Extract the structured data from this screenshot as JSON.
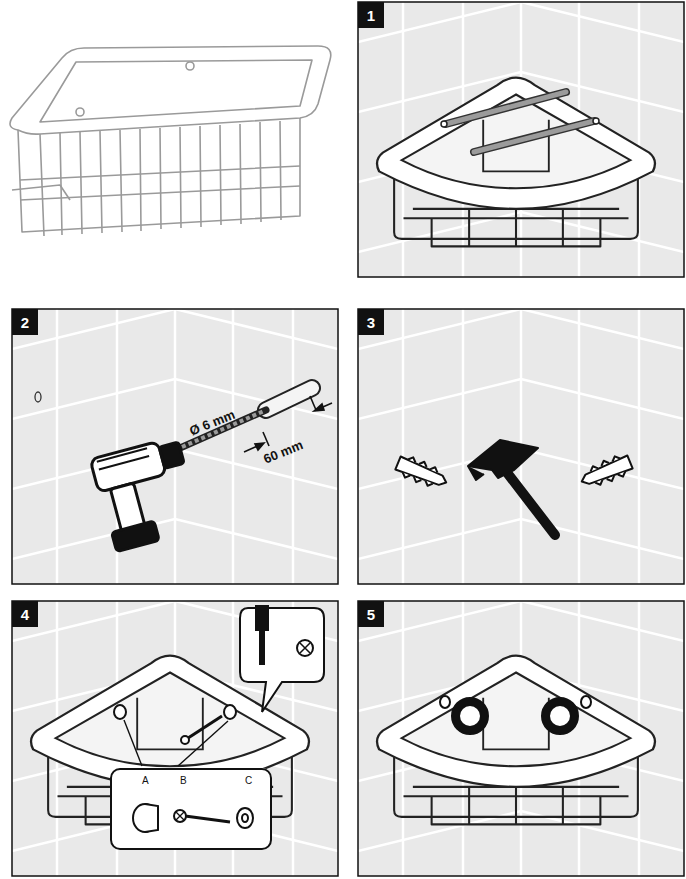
{
  "diagram": {
    "nodes": [
      {
        "text": [
          "1"
        ]
      },
      {
        "text": [
          "2"
        ]
      },
      {
        "text": [
          "3"
        ]
      },
      {
        "text": [
          "4"
        ]
      },
      {
        "text": [
          "A",
          "B",
          "C"
        ]
      },
      {
        "text": [
          "5"
        ]
      }
    ],
    "labels": [
      "Ø 6 mm",
      "60 mm"
    ]
  }
}
